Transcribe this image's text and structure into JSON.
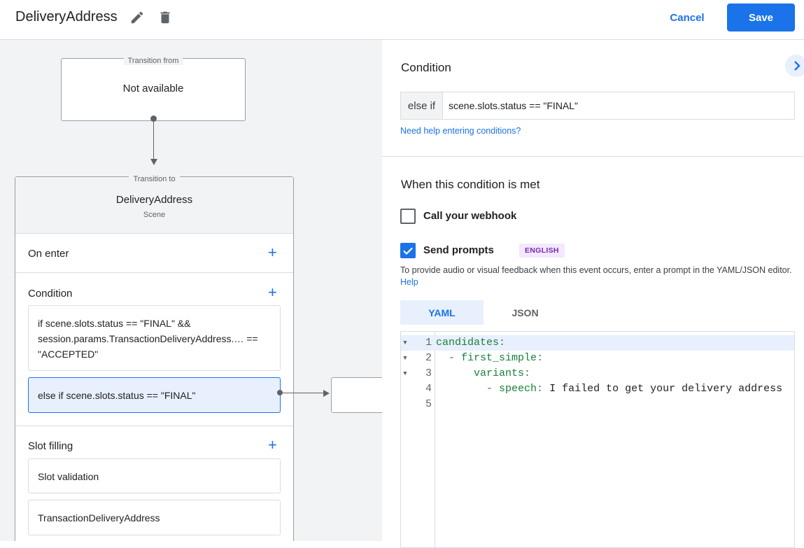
{
  "header": {
    "title": "DeliveryAddress",
    "edit_icon": "pencil-icon",
    "delete_icon": "trash-icon",
    "cancel_label": "Cancel",
    "save_label": "Save"
  },
  "flow": {
    "from_caption": "Transition from",
    "from_value": "Not available",
    "to_caption": "Transition to",
    "scene_name": "DeliveryAddress",
    "scene_type": "Scene",
    "on_enter_label": "On enter",
    "condition_label": "Condition",
    "conditions": [
      "if scene.slots.status == \"FINAL\" && session.params.TransactionDeliveryAddress.… == \"ACCEPTED\"",
      "else if scene.slots.status == \"FINAL\""
    ],
    "slot_filling_label": "Slot filling",
    "slots": [
      "Slot validation",
      "TransactionDeliveryAddress"
    ]
  },
  "panel": {
    "condition_title": "Condition",
    "condition_prefix": "else if",
    "condition_value": "scene.slots.status == \"FINAL\"",
    "help_link": "Need help entering conditions?",
    "met_title": "When this condition is met",
    "webhook_label": "Call your webhook",
    "webhook_checked": false,
    "prompts_label": "Send prompts",
    "prompts_checked": true,
    "language_badge": "ENGLISH",
    "description": "To provide audio or visual feedback when this event occurs, enter a prompt in the YAML/JSON editor.",
    "description_link": "Help",
    "tabs": [
      "YAML",
      "JSON"
    ],
    "active_tab": "YAML",
    "code_lines": [
      {
        "n": "1",
        "fold": true,
        "key": "candidates",
        "suffix": ":",
        "indent": "",
        "dash": ""
      },
      {
        "n": "2",
        "fold": true,
        "key": "first_simple",
        "suffix": ":",
        "indent": "  ",
        "dash": "- "
      },
      {
        "n": "3",
        "fold": true,
        "key": "variants",
        "suffix": ":",
        "indent": "      ",
        "dash": ""
      },
      {
        "n": "4",
        "fold": false,
        "key": "speech",
        "suffix": ": I failed to get your delivery address",
        "indent": "        ",
        "dash": "- "
      },
      {
        "n": "5",
        "fold": false,
        "key": "",
        "suffix": "",
        "indent": "",
        "dash": ""
      }
    ]
  }
}
